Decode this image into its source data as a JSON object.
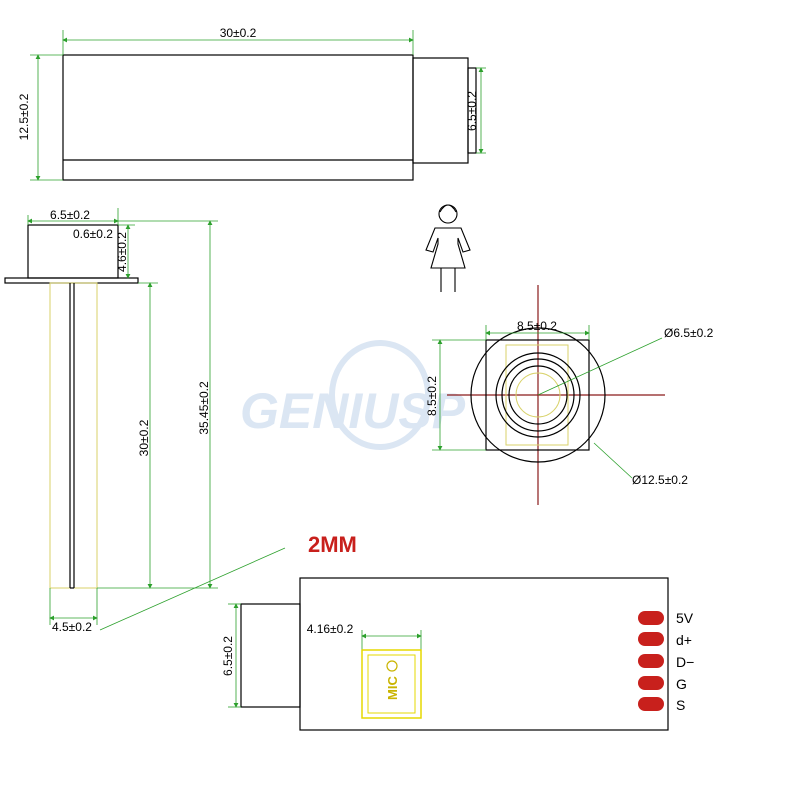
{
  "watermark": {
    "text": "GENIUSP"
  },
  "top_view": {
    "length": "30±0.2",
    "height": "12.5±0.2",
    "cap_diameter": "6.5±0.2"
  },
  "side_view": {
    "head_width": "6.5±0.2",
    "flange_thickness": "0.6±0.2",
    "head_height": "4.6±0.2",
    "total_length": "35.45±0.2",
    "pin_length": "30±0.2",
    "pin_width": "4.5±0.2"
  },
  "end_view": {
    "square": "8.5±0.2",
    "square_height": "8.5±0.2",
    "inner_diameter": "Ø6.5±0.2",
    "outer_diameter": "Ø12.5±0.2"
  },
  "note": {
    "text": "2MM"
  },
  "board_view": {
    "cap_diameter": "6.5±0.2",
    "mic_width": "4.16±0.2",
    "mic_label": "MIC",
    "pins": [
      "5V",
      "d+",
      "D−",
      "G",
      "S"
    ],
    "pad_color": "#c8201c"
  },
  "colors": {
    "dimension_line": "#2ca02c",
    "outline": "#000000",
    "highlight": "#d8d26a",
    "note": "#c8201c"
  }
}
